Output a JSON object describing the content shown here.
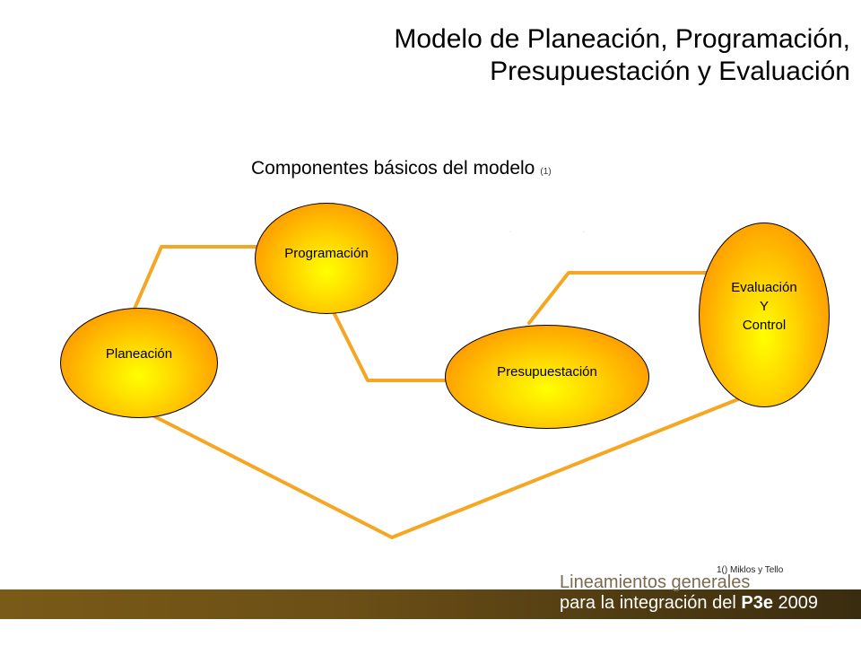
{
  "title": {
    "line1": "Modelo de Planeación, Programación,",
    "line2": "Presupuestación y Evaluación"
  },
  "subtitle": {
    "text": "Componentes básicos del modelo",
    "ref": "(1)"
  },
  "nodes": {
    "planeacion": "Planeación",
    "programacion": "Programación",
    "presupuestacion": "Presupuestación",
    "evaluacion": "Evaluación\nY\nControl"
  },
  "footnote": "1() Miklos y Tello",
  "footer": {
    "line1": "Lineamientos generales",
    "line2_prefix": "para la integración del ",
    "line2_bold": "P3e",
    "line2_suffix": " 2009"
  },
  "colors": {
    "connector": "#f5a623",
    "node_center": "#ffff00",
    "node_edge": "#ff8a00",
    "footer_bar": "#6b4f16"
  }
}
